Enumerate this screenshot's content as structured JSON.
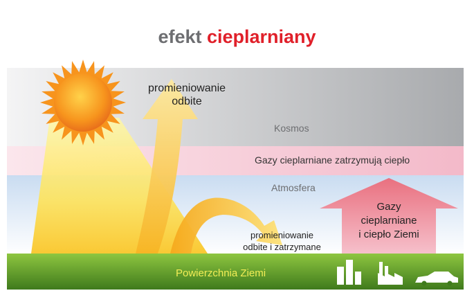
{
  "title": {
    "word1": "efekt",
    "word2": "cieplarniany",
    "word1_color": "#6d6e71",
    "word2_color": "#e0202a"
  },
  "labels": {
    "reflected_radiation": [
      "promieniowanie",
      "odbite"
    ],
    "space": "Kosmos",
    "greenhouse_band": "Gazy cieplarniane zatrzymują ciepło",
    "atmosphere": "Atmosfera",
    "trapped_radiation": [
      "promieniowanie",
      "odbite i zatrzymane"
    ],
    "gases_and_heat": [
      "Gazy",
      "cieplarniane",
      "i ciepło Ziemi"
    ],
    "surface": "Powierzchnia Ziemi"
  },
  "icons": [
    "sun-icon",
    "buildings-icon",
    "factory-icon",
    "car-icon"
  ],
  "colors": {
    "space_gradient": [
      "#f2f2f2",
      "#a7a9ac"
    ],
    "greenhouse_band": "#f6c5d2",
    "atmosphere_gradient": [
      "#cfe0f3",
      "#ffffff"
    ],
    "ground_gradient": [
      "#4f8a22",
      "#8cc63f"
    ],
    "surface_label": "#f2ed56",
    "sun": "#f7941d",
    "arrow_yellow": "#f9c02b",
    "arrow_pink": "#f08a9b"
  }
}
